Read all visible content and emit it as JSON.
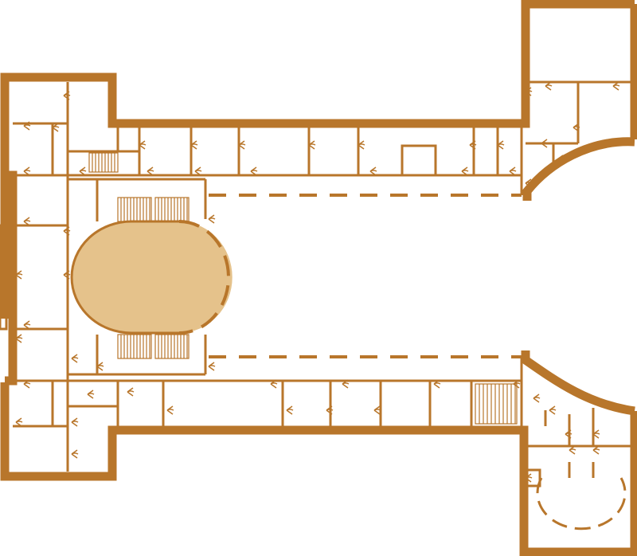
{
  "colors": {
    "wall": "#b8762b",
    "hall_fill": "#e5c28b",
    "background": "#ffffff"
  },
  "diagram": {
    "type": "floor-plan",
    "elements": [
      "outer-walls",
      "interior-partitions",
      "oval-hall",
      "staircases",
      "central-courtyard",
      "curved-wings",
      "doors"
    ]
  }
}
